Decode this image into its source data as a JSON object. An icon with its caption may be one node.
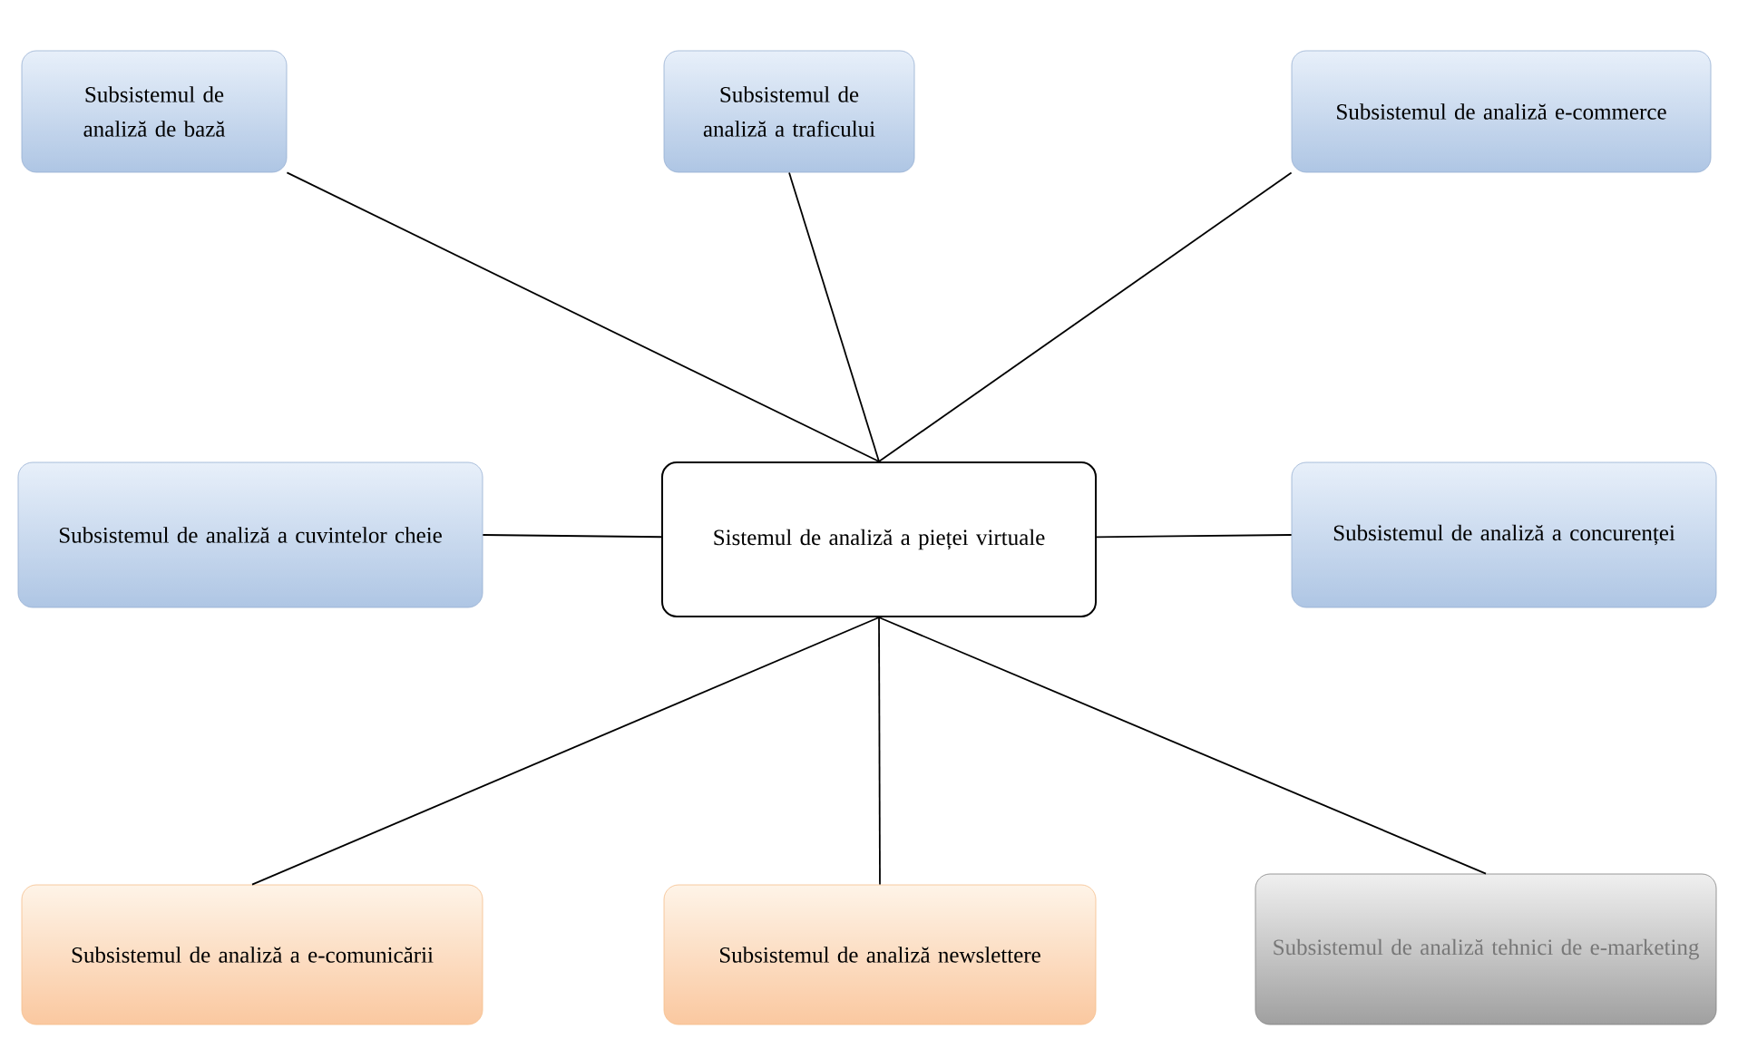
{
  "diagram": {
    "nodes": [
      {
        "text": [
          "Subsistemul de analiză de bază"
        ]
      },
      {
        "text": [
          "Subsistemul de analiză a traficului"
        ]
      },
      {
        "text": [
          "Subsistemul de analiză e-commerce"
        ]
      },
      {
        "text": [
          "Subsistemul de analiză a cuvintelor cheie"
        ]
      },
      {
        "text": [
          "Sistemul de analiză a pieței virtuale"
        ]
      },
      {
        "text": [
          "Subsistemul de analiză a concurenței"
        ]
      },
      {
        "text": [
          "Subsistemul de analiză a e-comunicării"
        ]
      },
      {
        "text": [
          "Subsistemul de analiză newslettere"
        ]
      },
      {
        "text": [
          "Subsistemul de analiză tehnici de e-marketing"
        ]
      }
    ],
    "edges": [
      {
        "from": 4,
        "to": 0,
        "arrow": "none"
      },
      {
        "from": 4,
        "to": 1,
        "arrow": "none"
      },
      {
        "from": 4,
        "to": 2,
        "arrow": "none"
      },
      {
        "from": 4,
        "to": 3,
        "arrow": "none"
      },
      {
        "from": 4,
        "to": 5,
        "arrow": "none"
      },
      {
        "from": 4,
        "to": 6,
        "arrow": "none"
      },
      {
        "from": 4,
        "to": 7,
        "arrow": "none"
      },
      {
        "from": 4,
        "to": 8,
        "arrow": "none"
      }
    ]
  }
}
